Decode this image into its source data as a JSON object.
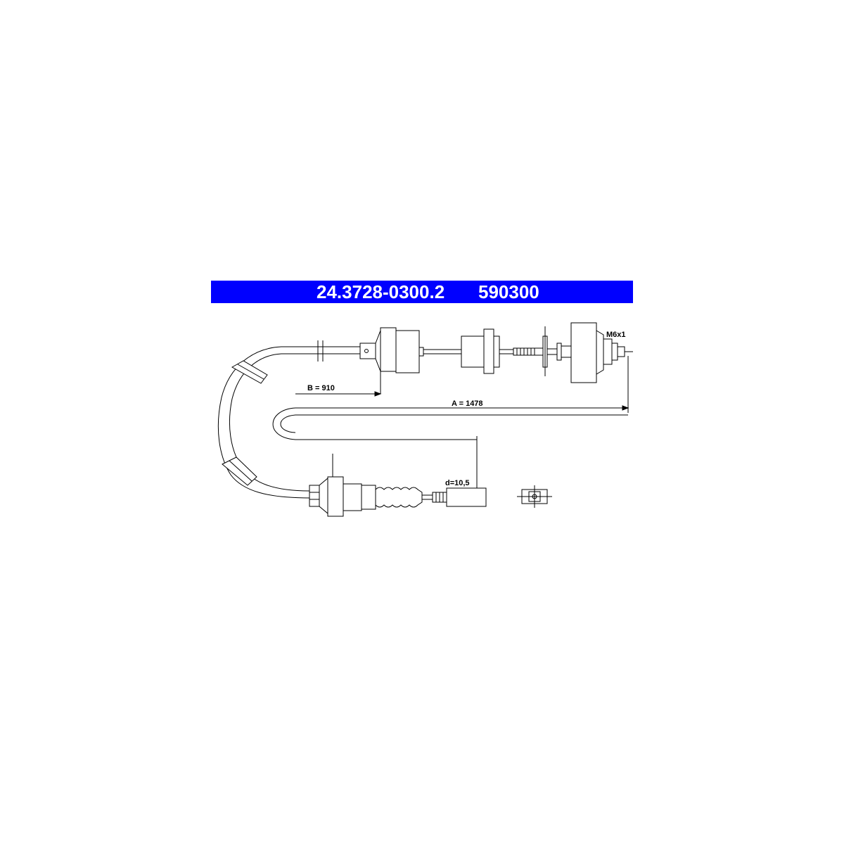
{
  "header": {
    "part_number": "24.3728-0300.2",
    "alt_number": "590300",
    "background_color": "#0000ff",
    "text_color": "#ffffff"
  },
  "labels": {
    "thread": "M6x1",
    "dim_b": "B = 910",
    "dim_a": "A = 1478",
    "dim_d": "d=10,5"
  }
}
